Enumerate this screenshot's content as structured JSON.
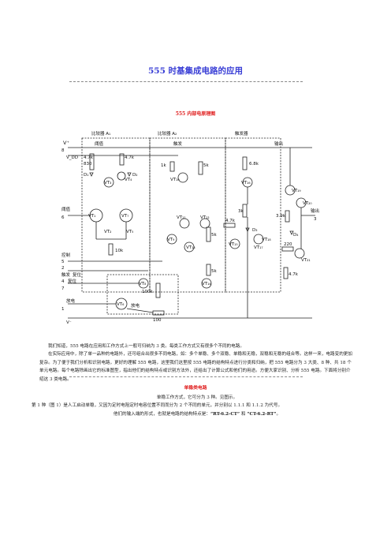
{
  "document": {
    "title": "555 时基集成电路的应用",
    "subtitle": "555 内部电原理图",
    "paragraph1_line1": "我们知道，555 电路在应用和工作方式上一般可归纳为 3 类。每类工作方式又有很多个不同的电路。",
    "paragraph2": "在实际应用中，除了单一品种的电路外，还可组合出很多不同电路，如：多个单稳、多个双稳、单稳和无稳，双稳和无稳的组合等。这样一来，电路变的更加复杂。为了便于我们分析和识别电路，更好的理解 555 电路，这里我们这里按 555 电路的结构特点进行分类和归纳，把 555 电路分为 3 大类、8 种、共 18 个单元电路。每个电路除画出它的标准图型，指出他们的结构特点或识别方法外，还给出了计算公式和他们的用途。方便大家识别、分析 555 电路。下面将分别介绍这 3 类电路。",
    "section_heading": "单稳类电路",
    "section_line1": "单稳工作方式，它可分为 3 种。见图示。",
    "section_line2": "第 1 种（图 1）是人工启动单稳，又因为定时电阻定时电容位置不同而分为 2 个不同的单元，并分别以 1.1.1 和 1.1.2 为代号。",
    "section_line3_pre": "他们的输入端的形式，也就是电路的结构特点是：",
    "section_code1": "“RT-6.2-CT”",
    "section_and": " 和 ",
    "section_code2": "“CT-6.2-RT”",
    "section_end": "。"
  },
  "diagram": {
    "labels": {
      "comparator_a1": "比较器 A₁",
      "comparator_a2": "比较器 A₂",
      "trigger_block": "触发器",
      "threshold_top": "阈值",
      "trigger_top": "触发",
      "output_top": "输出",
      "vplus": "V⁺",
      "vdd": "V_DD",
      "threshold_pin": "阈值",
      "control_pin": "控制",
      "trigger_pin": "触发",
      "reset_top": "复位",
      "reset_pin": "复位",
      "discharge_pin": "放电",
      "discharge_bottom": "放电",
      "vminus": "V⁻",
      "output_pin": "输出",
      "p8": "8",
      "p6": "6",
      "p5": "5",
      "p2": "2",
      "p4": "4",
      "p7": "7",
      "p1": "1",
      "p3": "3",
      "r1": "4.7k",
      "r1b": "830",
      "r2": "4.7k",
      "r3": "1k",
      "r4": "5k",
      "r5": "6.8k",
      "r6": "5k",
      "r7": "3k",
      "r8": "4.7k",
      "r9": "3.9k",
      "r10": "220",
      "r11": "4.7k",
      "r12": "5k",
      "r13": "10k",
      "r14": "100k",
      "r15": "100",
      "d1": "D₁",
      "d2": "D₂",
      "d3": "D₃",
      "d4": "D₄",
      "vt1": "VT₁",
      "vt2": "VT₂",
      "vt3": "VT₃",
      "vt4": "VT₄",
      "vt5": "VT₅",
      "vt6": "VT₆",
      "vt7": "VT₇",
      "vt8": "VT₈",
      "vt9": "VT₉",
      "vt10": "VT₁₀",
      "vt11": "VT₁₁",
      "vt12": "VT₁₂",
      "vt13": "VT₁₃",
      "vt14": "VT₁₄",
      "vt15": "VT₁₅",
      "vt16": "VT₁₆",
      "vt17": "VT₁₇",
      "vt18": "VT₁₈",
      "vt19": "VT₁₉",
      "vt20": "VT₂₀",
      "vt21": "VT₂₁"
    }
  }
}
